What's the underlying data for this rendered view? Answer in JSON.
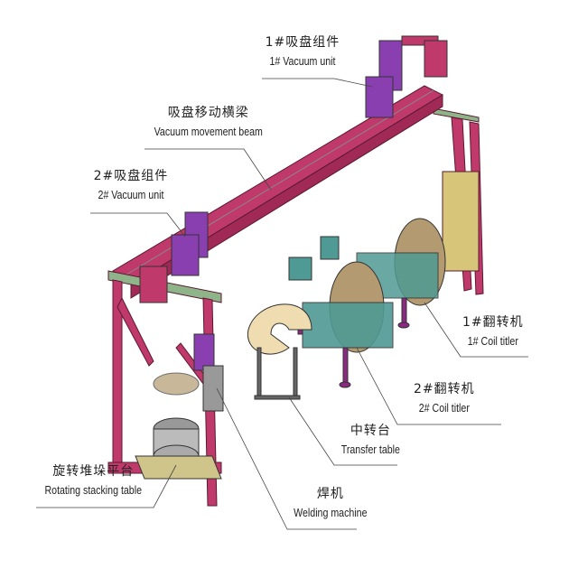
{
  "labels": {
    "vacuum_unit_1": {
      "cn": "1#吸盘组件",
      "en": "1# Vacuum unit"
    },
    "movement_beam": {
      "cn": "吸盘移动横梁",
      "en": "Vacuum movement beam"
    },
    "vacuum_unit_2": {
      "cn": "2#吸盘组件",
      "en": "2# Vacuum unit"
    },
    "coil_tilter_1": {
      "cn": "1#翻转机",
      "en": "1# Coil titler"
    },
    "coil_tilter_2": {
      "cn": "2#翻转机",
      "en": "2# Coil titler"
    },
    "transfer_table": {
      "cn": "中转台",
      "en": "Transfer table"
    },
    "stacking_table": {
      "cn": "旋转堆垛平台",
      "en": "Rotating stacking table"
    },
    "welding_machine": {
      "cn": "焊机",
      "en": "Welding machine"
    }
  },
  "colors": {
    "frame": "#c0396b",
    "unit": "#8a3fb0",
    "tilter": "#4f9a94",
    "coil": "#b39a70",
    "base": "#cfc48a"
  }
}
